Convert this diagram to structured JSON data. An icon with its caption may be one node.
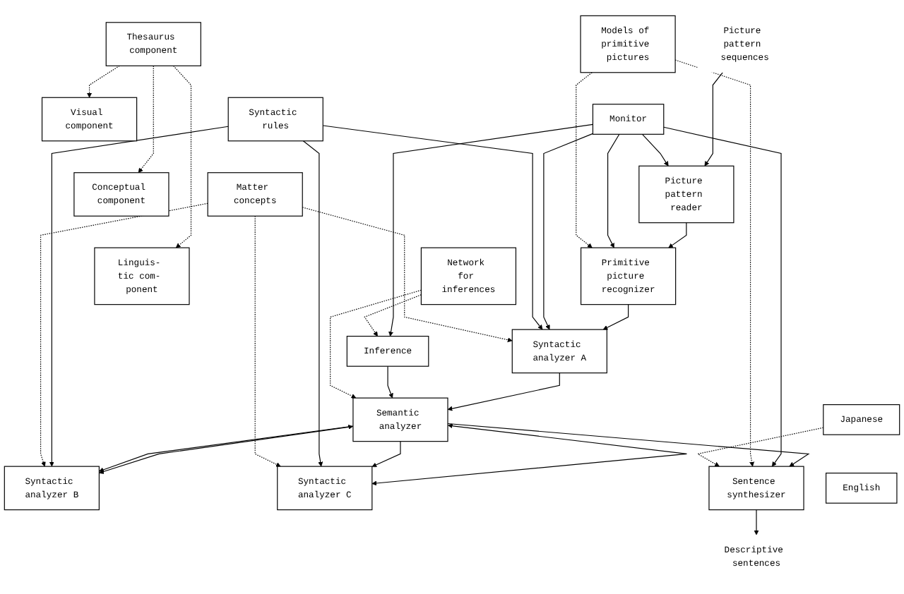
{
  "diagram": {
    "nodes": [
      {
        "text": [
          "Picture pattern sequences"
        ]
      },
      {
        "text": [
          "Picture pattern reader"
        ]
      },
      {
        "text": [
          "Primitive picture recognizer"
        ]
      },
      {
        "text": [
          "Syntactic analyzer A"
        ]
      },
      {
        "text": [
          "Inference"
        ]
      },
      {
        "text": [
          "Semantic analyzer"
        ]
      },
      {
        "text": [
          "Syntactic analyzer B"
        ]
      },
      {
        "text": [
          "Syntactic analyzer C"
        ]
      },
      {
        "text": [
          "Sentence synthesizer"
        ]
      },
      {
        "text": [
          "Descriptive sentences"
        ]
      },
      {
        "text": [
          "Monitor"
        ]
      },
      {
        "text": [
          "Models of primitive pictures"
        ]
      },
      {
        "text": [
          "Syntactic rules"
        ]
      },
      {
        "text": [
          "Matter concepts"
        ]
      },
      {
        "text": [
          "Network for inferences"
        ]
      },
      {
        "text": [
          "Japanese"
        ]
      },
      {
        "text": [
          "English"
        ]
      },
      {
        "text": [
          "Visual component"
        ]
      },
      {
        "text": [
          "Conceptual component"
        ]
      },
      {
        "text": [
          "Linguis- tic com- ponent"
        ]
      },
      {
        "text": [
          "Thesaurus component"
        ]
      }
    ],
    "edges": [
      {
        "from": 0,
        "to": 1,
        "arrow": "to"
      },
      {
        "from": 1,
        "to": 2,
        "arrow": "to"
      },
      {
        "from": 2,
        "to": 3,
        "arrow": "to"
      },
      {
        "from": 3,
        "to": 5,
        "arrow": "to"
      },
      {
        "from": 4,
        "to": 5,
        "arrow": "to"
      },
      {
        "from": 5,
        "to": 6,
        "arrow": "both"
      },
      {
        "from": 5,
        "to": 6,
        "arrow": "to"
      },
      {
        "from": 5,
        "to": 7,
        "arrow": "both"
      },
      {
        "from": 5,
        "to": 7,
        "arrow": "to"
      },
      {
        "from": 5,
        "to": 8,
        "arrow": "to"
      },
      {
        "from": 8,
        "to": 9,
        "arrow": "to"
      },
      {
        "from": 10,
        "to": 1,
        "arrow": "to"
      },
      {
        "from": 10,
        "to": 2,
        "arrow": "to"
      },
      {
        "from": 10,
        "to": 3,
        "arrow": "to"
      },
      {
        "from": 10,
        "to": 4,
        "arrow": "to"
      },
      {
        "from": 10,
        "to": 8,
        "arrow": "to"
      },
      {
        "from": 11,
        "to": 2,
        "arrow": "to",
        "style": "dashed"
      },
      {
        "from": 11,
        "to": 8,
        "arrow": "to",
        "style": "dashed"
      },
      {
        "from": 12,
        "to": 3,
        "arrow": "to"
      },
      {
        "from": 12,
        "to": 6,
        "arrow": "to"
      },
      {
        "from": 12,
        "to": 7,
        "arrow": "to"
      },
      {
        "from": 13,
        "to": 3,
        "arrow": "to",
        "style": "dashed"
      },
      {
        "from": 13,
        "to": 6,
        "arrow": "to",
        "style": "dashed"
      },
      {
        "from": 13,
        "to": 7,
        "arrow": "to",
        "style": "dashed"
      },
      {
        "from": 14,
        "to": 4,
        "arrow": "to",
        "style": "dashed"
      },
      {
        "from": 14,
        "to": 5,
        "arrow": "to",
        "style": "dashed"
      },
      {
        "from": 15,
        "to": 8,
        "arrow": "to",
        "style": "dashed"
      },
      {
        "from": 20,
        "to": 17,
        "arrow": "to",
        "style": "dashed"
      },
      {
        "from": 20,
        "to": 18,
        "arrow": "to",
        "style": "dashed"
      },
      {
        "from": 20,
        "to": 19,
        "arrow": "to",
        "style": "dashed"
      }
    ]
  }
}
